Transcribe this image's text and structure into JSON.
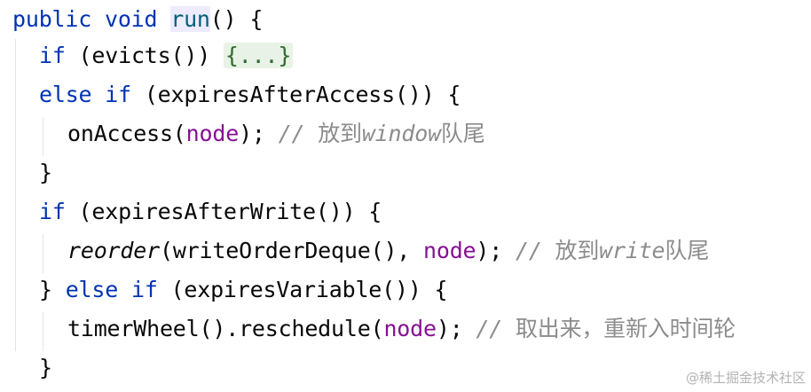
{
  "code": {
    "lines": [
      {
        "t1": "public",
        "t2": " ",
        "t3": "void",
        "t4": " ",
        "t5": "run",
        "t6": "() {"
      },
      {
        "t1": "if",
        "t2": " (evicts()) ",
        "t3": "{...}"
      },
      {
        "t1": "else",
        "t2": " ",
        "t3": "if",
        "t4": " (expiresAfterAccess()) {"
      },
      {
        "t1": "onAccess(",
        "t2": "node",
        "t3": "); ",
        "t4": "// ",
        "t5": "放到",
        "t6": "window",
        "t7": "队尾"
      },
      {
        "t1": "}"
      },
      {
        "t1": "if",
        "t2": " (expiresAfterWrite()) {"
      },
      {
        "t1": "reorder",
        "t2": "(writeOrderDeque(), ",
        "t3": "node",
        "t4": "); ",
        "t5": "// ",
        "t6": "放到",
        "t7": "write",
        "t8": "队尾"
      },
      {
        "t1": "} ",
        "t2": "else",
        "t3": " ",
        "t4": "if",
        "t5": " (expiresVariable()) {"
      },
      {
        "t1": "timerWheel().reschedule(",
        "t2": "node",
        "t3": "); ",
        "t4": "// ",
        "t5": "取出来，重新入时间轮"
      },
      {
        "t1": "}"
      }
    ]
  },
  "watermark": "@稀土掘金技术社区",
  "colors": {
    "keyword": "#0033b3",
    "method_declaration": "#00627a",
    "parameter": "#871094",
    "comment": "#8c8c8c",
    "fold_bg": "#e8f2e6",
    "fold_text": "#2f6b2f",
    "text": "#080808"
  }
}
